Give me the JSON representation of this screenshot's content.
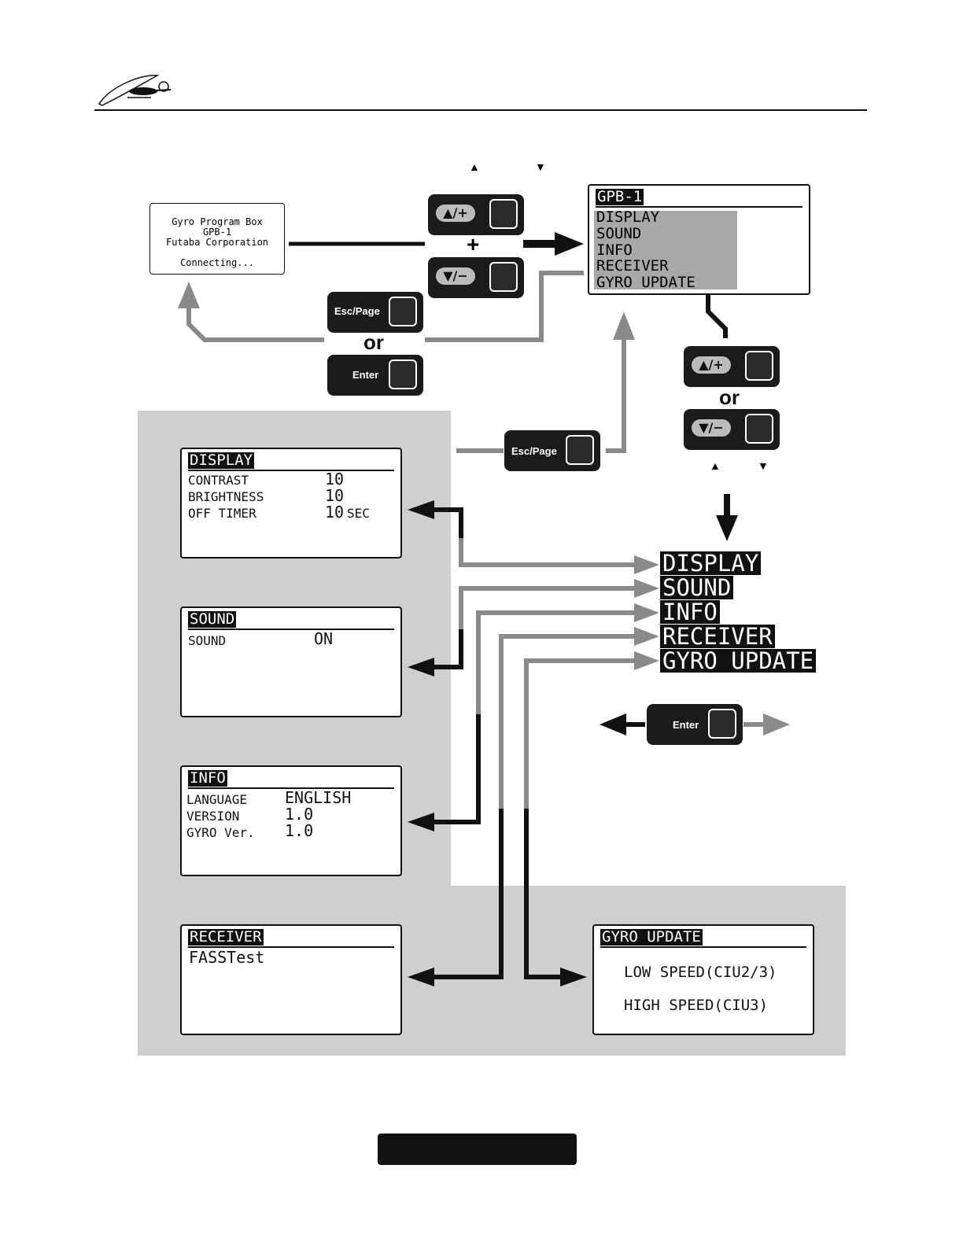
{
  "startup_screen": {
    "line1": "Gyro Program Box",
    "line2": "GPB-1",
    "line3": "Futaba Corporation",
    "line4": "Connecting..."
  },
  "main_menu_screen": {
    "title": "GPB-1",
    "items": [
      "DISPLAY",
      "SOUND",
      "INFO",
      "RECEIVER",
      "GYRO UPDATE"
    ]
  },
  "keys": {
    "up_plus": "▲/+",
    "down_minus": "▼/−",
    "plus_sign": "+",
    "esc_page": "Esc/Page",
    "enter": "Enter",
    "or": "or"
  },
  "small_arrows": {
    "up": "▲",
    "down": "▼"
  },
  "menu_list": [
    "DISPLAY",
    "SOUND",
    "INFO",
    "RECEIVER",
    "GYRO UPDATE"
  ],
  "display_screen": {
    "title": "DISPLAY",
    "rows": [
      {
        "label": "CONTRAST",
        "value": "10",
        "unit": ""
      },
      {
        "label": "BRIGHTNESS",
        "value": "10",
        "unit": ""
      },
      {
        "label": "OFF TIMER",
        "value": "10",
        "unit": "SEC"
      }
    ]
  },
  "sound_screen": {
    "title": "SOUND",
    "label": "SOUND",
    "value": "ON"
  },
  "info_screen": {
    "title": "INFO",
    "rows": [
      {
        "label": "LANGUAGE",
        "value": "ENGLISH"
      },
      {
        "label": "VERSION",
        "value": "1.0"
      },
      {
        "label": "GYRO Ver.",
        "value": "1.0"
      }
    ]
  },
  "receiver_screen": {
    "title": "RECEIVER",
    "value": "FASSTest"
  },
  "gyro_update_screen": {
    "title": "GYRO UPDATE",
    "options": [
      "LOW SPEED(CIU2/3)",
      "HIGH SPEED(CIU3)"
    ]
  },
  "colors": {
    "dark": "#111111",
    "arrow_gray": "#8a8a8a",
    "panel_gray": "#cfcfcf",
    "lcd_highlight": "#a8a8a8"
  }
}
